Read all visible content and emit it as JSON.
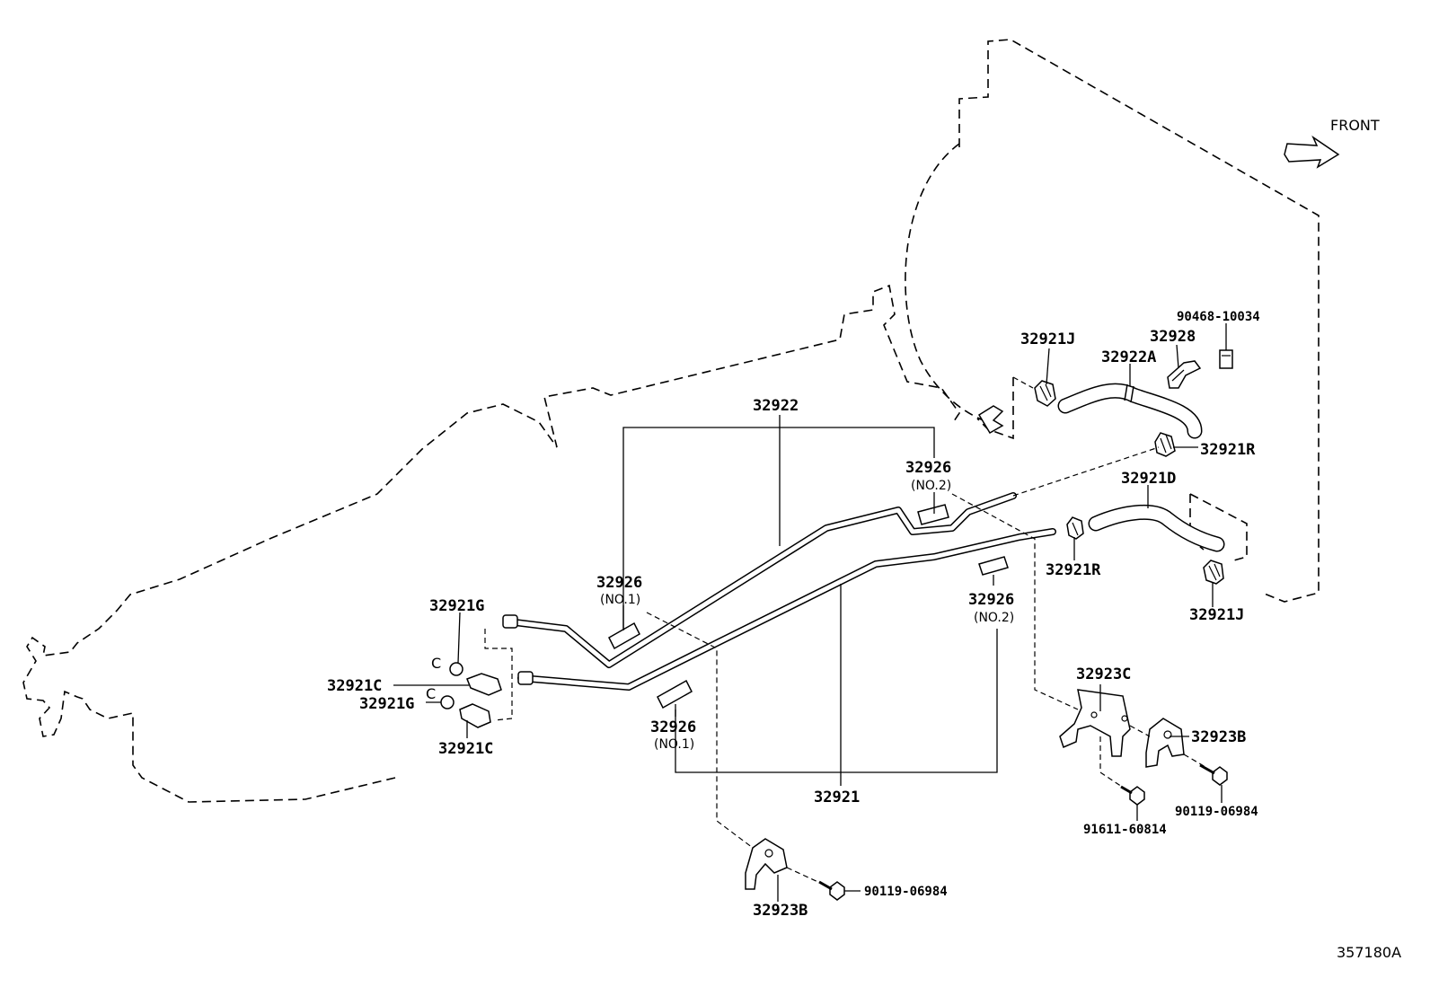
{
  "direction_label": "FRONT",
  "drawing_number": "357180A",
  "labels": {
    "pipe_upper": "32922",
    "pipe_lower": "32921",
    "hose_front": "32922A",
    "hose_rear": "32921D",
    "clip_32928": "32928",
    "nut_90468": "90468-10034",
    "clamp_j_upper": "32921J",
    "clamp_j_lower": "32921J",
    "clamp_r_upper": "32921R",
    "clamp_r_lower": "32921R",
    "grommet_no2_upper": "32926",
    "grommet_no2_upper_sub": "(NO.2)",
    "grommet_no2_lower": "32926",
    "grommet_no2_lower_sub": "(NO.2)",
    "grommet_no1_upper": "32926",
    "grommet_no1_upper_sub": "(NO.1)",
    "grommet_no1_lower": "32926",
    "grommet_no1_lower_sub": "(NO.1)",
    "oring_upper": "32921G",
    "oring_lower": "32921G",
    "union_upper": "32921C",
    "union_lower": "32921C",
    "bracket_c": "32923C",
    "clamp_b_right": "32923B",
    "clamp_b_bottom": "32923B",
    "bolt_right": "90119-06984",
    "bolt_bottom": "90119-06984",
    "bolt_91611": "91611-60814",
    "c_mark_upper": "C",
    "c_mark_lower": "C"
  }
}
